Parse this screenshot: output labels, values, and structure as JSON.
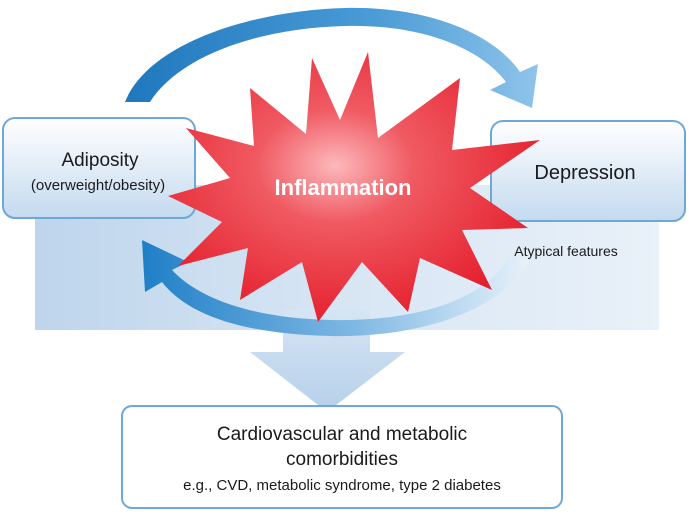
{
  "diagram": {
    "center": {
      "label": "Inflammation"
    },
    "left_box": {
      "title": "Adiposity",
      "subtitle": "(overweight/obesity)"
    },
    "right_box": {
      "title": "Depression",
      "note": "Atypical features"
    },
    "bottom_box": {
      "line1": "Cardiovascular and metabolic",
      "line2": "comorbidities",
      "line3": "e.g., CVD, metabolic syndrome, type 2 diabetes"
    },
    "colors": {
      "burst_fill": "#e8202e",
      "burst_highlight": "#fba3a7",
      "arrow_blue": "#2a86c8",
      "arrow_blue_light": "#8cc5ea",
      "box_border": "#6ea8d6",
      "box_fill_top": "#ffffff",
      "box_fill_bottom": "#c6dcf0",
      "band_fill": "#cfe0f1",
      "down_arrow": "#c3d8ee"
    }
  }
}
